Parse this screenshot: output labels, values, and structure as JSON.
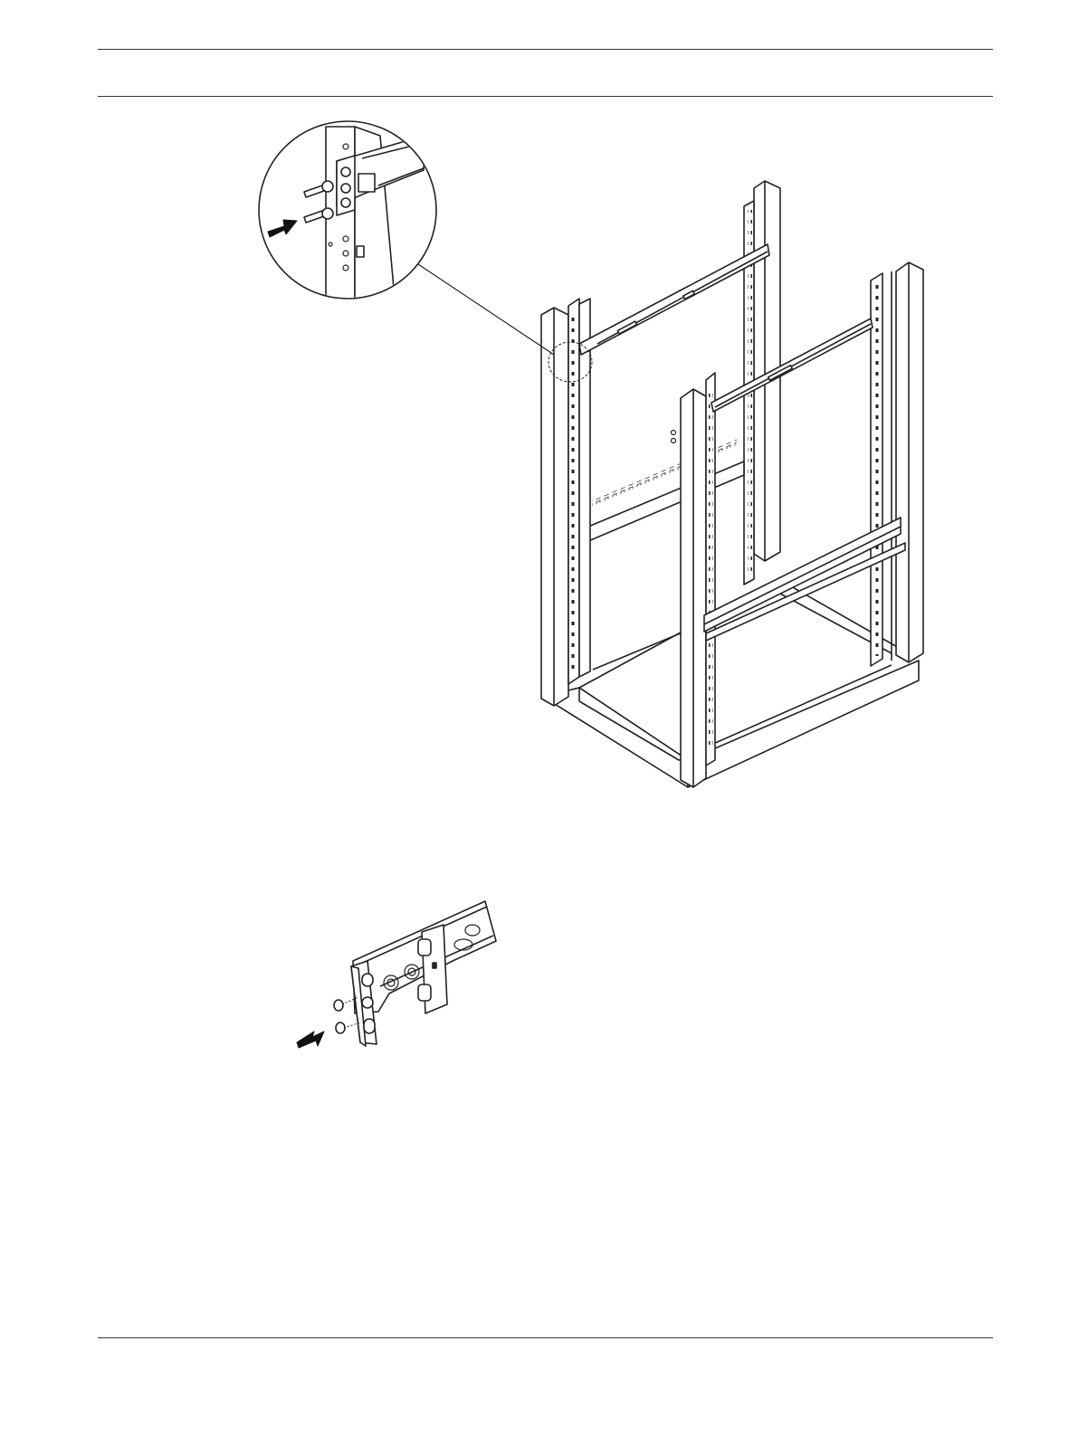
{
  "page": {
    "header_text": "",
    "footer_text": ""
  },
  "figures": [
    {
      "id": "rack-rail-install",
      "icon": "rack-with-rails-illustration"
    },
    {
      "id": "rail-detail-callout",
      "icon": "rail-screw-detail-magnifier"
    },
    {
      "id": "rail-bracket-screw-removal",
      "icon": "rail-bracket-illustration"
    }
  ]
}
